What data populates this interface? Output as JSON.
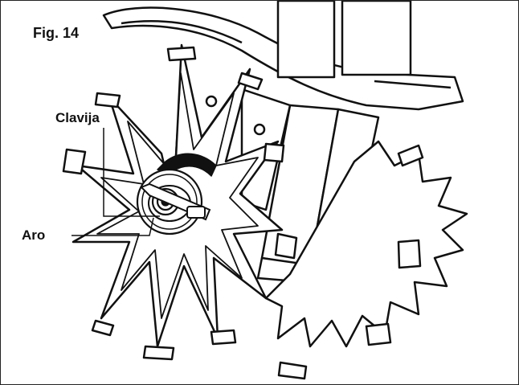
{
  "figure": {
    "label": "Fig. 14",
    "callouts": {
      "pin": "Clavija",
      "ring": "Aro"
    }
  },
  "colors": {
    "line": "#111111",
    "fill": "#ffffff"
  }
}
